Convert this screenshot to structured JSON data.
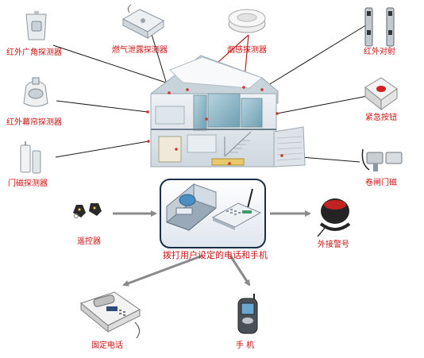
{
  "colors": {
    "label_red": "#cc1111",
    "label_dark": "#222222",
    "roof_line": "#b22222",
    "connector": "#1a1a1a",
    "arrow_gray": "#8a8a8a",
    "frame_border": "#1b2f4a",
    "house_wall": "#e2e8ed",
    "house_glass": "#8fb9c9"
  },
  "devices": {
    "infrared_wide_angle": {
      "label": "红外广角探测器",
      "icon": "pir-sensor-icon"
    },
    "gas_leak": {
      "label": "燃气泄露探测器",
      "icon": "gas-detector-icon"
    },
    "smoke": {
      "label": "烟感探测器",
      "icon": "smoke-detector-icon"
    },
    "infrared_beam": {
      "label": "红外对射",
      "icon": "beam-detector-icon"
    },
    "infrared_curtain": {
      "label": "红外幕帘探测器",
      "icon": "curtain-detector-icon"
    },
    "panic_button": {
      "label": "紧急按钮",
      "icon": "panic-button-icon"
    },
    "door_magnetic": {
      "label": "门磁探测器",
      "icon": "door-contact-icon"
    },
    "shutter_magnetic": {
      "label": "卷闸门磁",
      "icon": "shutter-contact-icon"
    },
    "remote_control": {
      "label": "遥控器",
      "icon": "remote-icon"
    },
    "external_siren": {
      "label": "外接警号",
      "icon": "siren-icon"
    },
    "landline": {
      "label": "固定电话",
      "icon": "desk-phone-icon"
    },
    "mobile": {
      "label": "手  机",
      "icon": "mobile-phone-icon"
    }
  },
  "center": {
    "caption": "拨打用户设定的电话和手机",
    "host_icon": "alarm-host-icon",
    "dialer_icon": "phone-dialer-icon"
  }
}
